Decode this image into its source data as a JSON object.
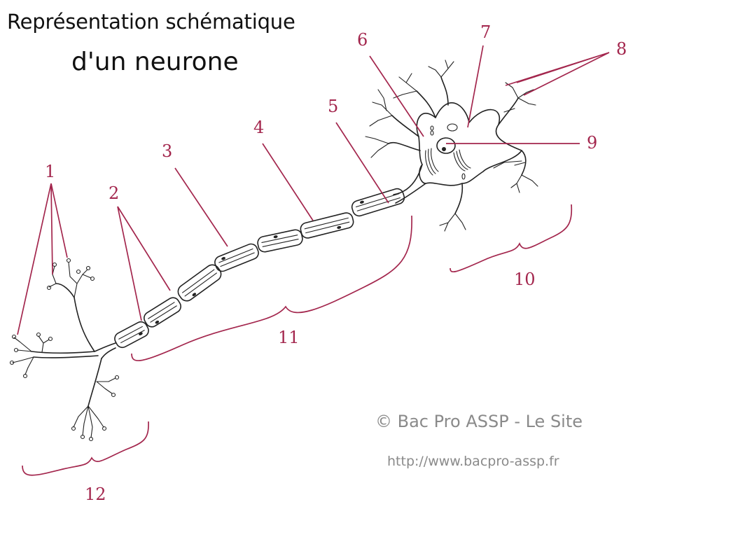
{
  "title": {
    "line1": "Représentation schématique",
    "line2": "d'un neurone"
  },
  "labels": [
    "1",
    "2",
    "3",
    "4",
    "5",
    "6",
    "7",
    "8",
    "9",
    "10",
    "11",
    "12"
  ],
  "footer": {
    "copyright": "© Bac Pro ASSP - Le Site",
    "url": "http://www.bacpro-assp.fr"
  },
  "colors": {
    "label": "#a3264d",
    "ink": "#222222",
    "watermark": "#8a8a8a"
  }
}
